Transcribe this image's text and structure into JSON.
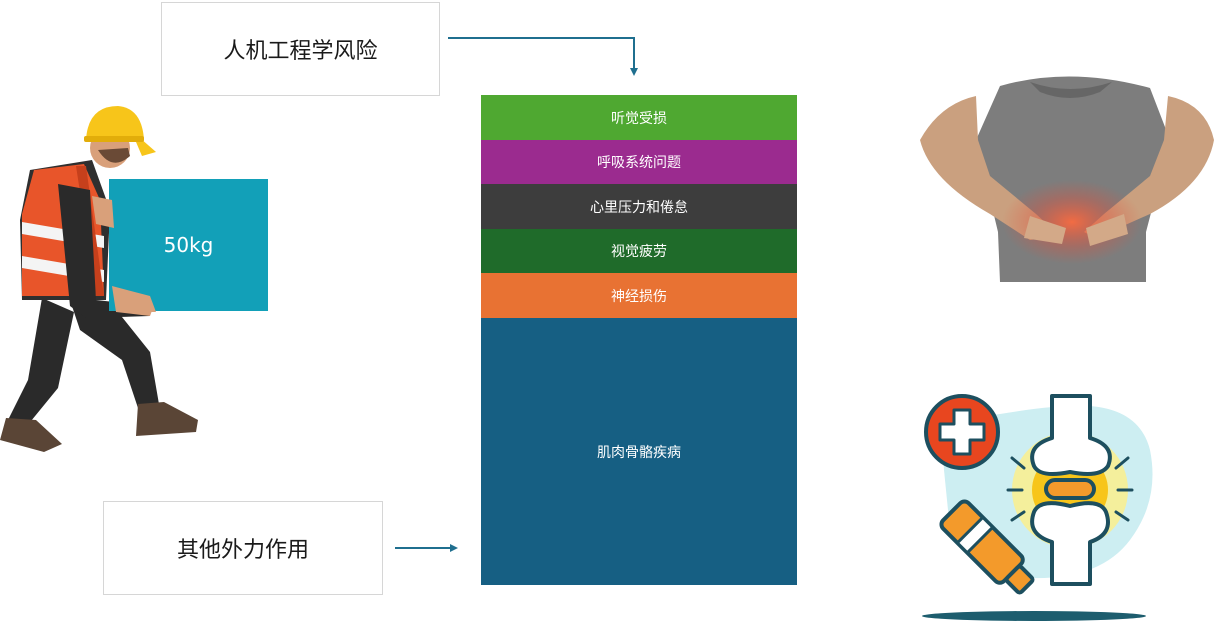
{
  "top_box": {
    "label": "人机工程学风险"
  },
  "bottom_box": {
    "label": "其他外力作用"
  },
  "weight_label": "50kg",
  "stack": [
    {
      "label": "听觉受损",
      "color": "#4fa831"
    },
    {
      "label": "呼吸系统问题",
      "color": "#9b2b8f"
    },
    {
      "label": "心里压力和倦怠",
      "color": "#3d3d3d"
    },
    {
      "label": "视觉疲劳",
      "color": "#1f6b2a"
    },
    {
      "label": "神经损伤",
      "color": "#e87233"
    },
    {
      "label": "肌肉骨骼疾病",
      "color": "#165f83"
    }
  ],
  "colors": {
    "arrow": "#1f6f8f",
    "box_teal": "#12a0b8"
  },
  "icons": [
    "worker-lifting-illustration",
    "back-pain-photo",
    "joint-health-icon",
    "medical-cross-icon",
    "ointment-tube-icon"
  ]
}
